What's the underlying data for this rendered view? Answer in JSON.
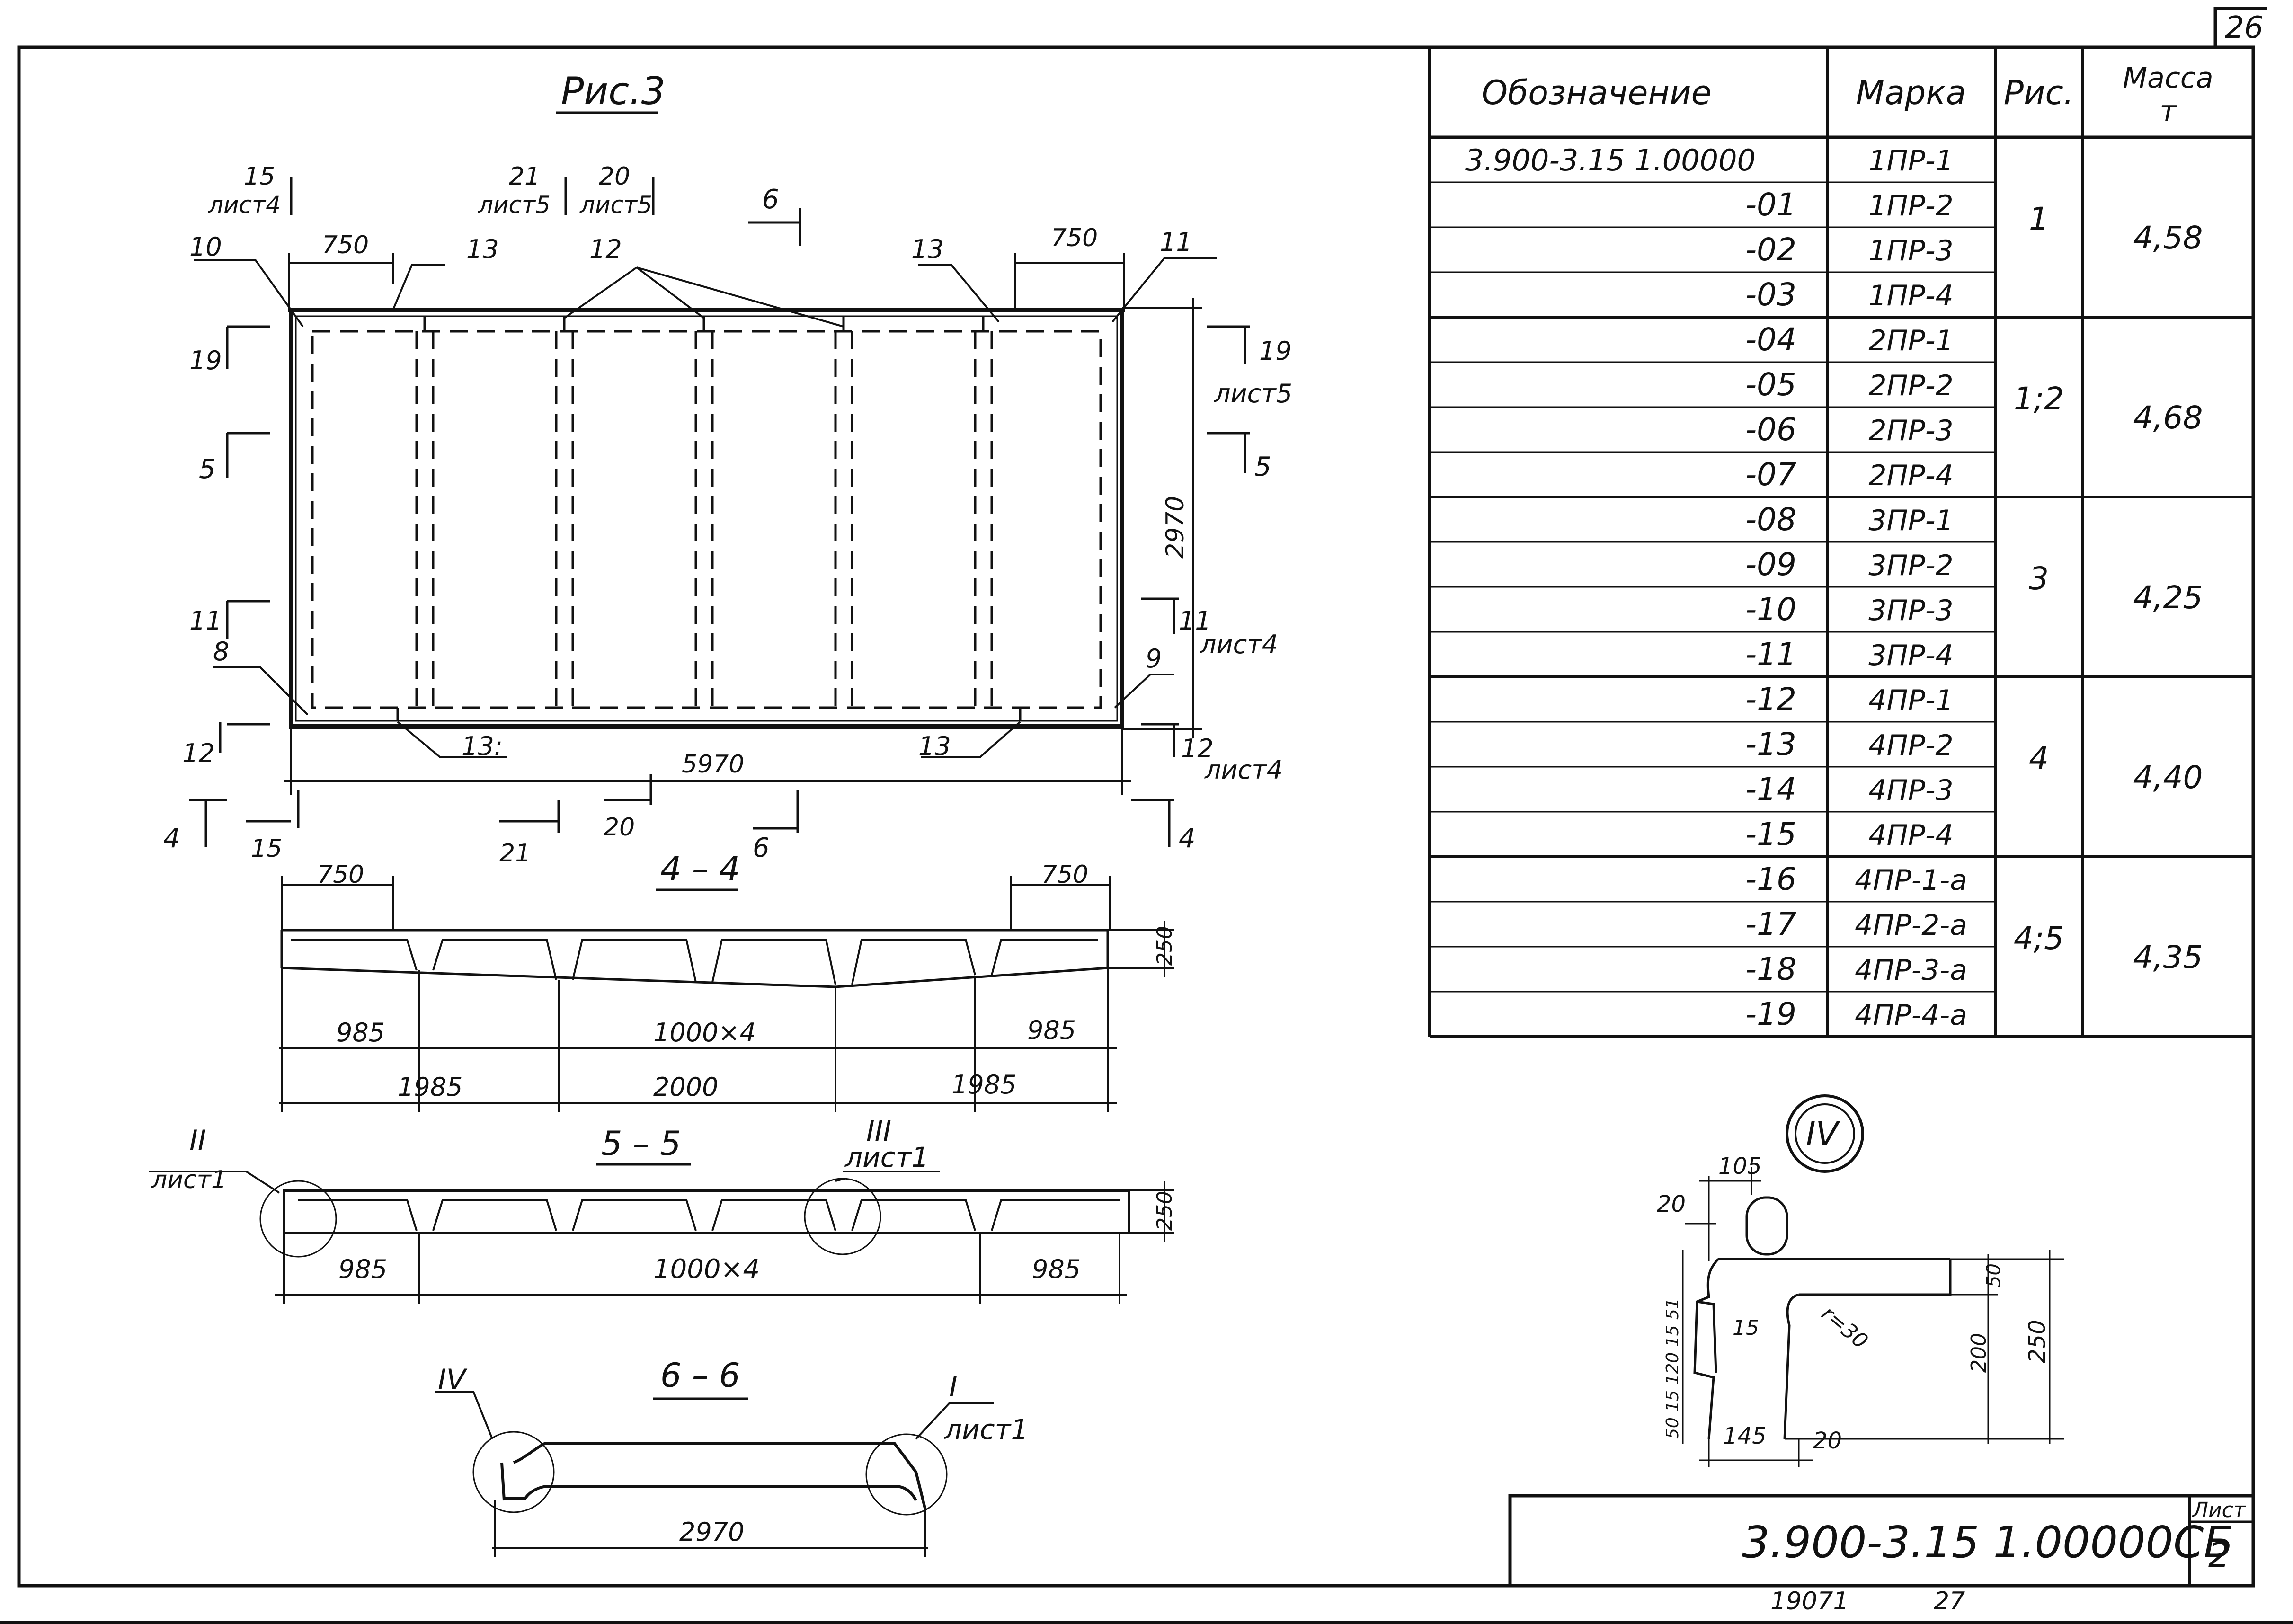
{
  "sheet": {
    "corner_number": "26",
    "designation": "3.900-3.15  1.00000СБ",
    "sheet_label": "Лист",
    "sheet_number": "2",
    "bottom_left": "19071",
    "bottom_right": "27"
  },
  "fig3": {
    "title": "Рис.3",
    "dim_750_left": "750",
    "dim_750_right": "750",
    "dim_5970": "5970",
    "dim_2970": "2970",
    "callout_10": "10",
    "callout_13a": "13",
    "callout_12": "12",
    "callout_13b": "13",
    "callout_11": "11",
    "callout_8": "8",
    "callout_9": "9",
    "callout_13c": "13:",
    "callout_13d": "13",
    "cut_15_num": "15",
    "cut_15_sheet": "лист4",
    "cut_21_num": "21",
    "cut_21_sheet": "лист5",
    "cut_20_num": "20",
    "cut_20_sheet": "лист5",
    "cut_6_top": "6",
    "cut_19_left": "19",
    "cut_19_right": "19",
    "cut_19_sheet": "лист5",
    "cut_5_left": "5",
    "cut_5_right": "5",
    "cut_11_left": "11",
    "cut_11_right": "11",
    "cut_11_sheet": "лист4",
    "cut_12_left": "12",
    "cut_12_right": "12",
    "cut_12_sheet": "лист4",
    "cut_4_left": "4",
    "cut_4_right": "4",
    "cut_15_bottom": "15",
    "cut_21_bottom": "21",
    "cut_20_bottom": "20",
    "cut_6_bottom": "6"
  },
  "section_4_4": {
    "title": "4 – 4",
    "dim_750_left": "750",
    "dim_750_right": "750",
    "dim_250": "250",
    "dim_985_left": "985",
    "dim_1000x4": "1000×4",
    "dim_985_right": "985",
    "dim_1985_left": "1985",
    "dim_2000": "2000",
    "dim_1985_right": "1985"
  },
  "section_5_5": {
    "title": "5 – 5",
    "node_II": "II",
    "node_II_sheet": "лист1",
    "node_III": "III",
    "node_III_sheet": "лист1",
    "dim_250": "250",
    "dim_985_left": "985",
    "dim_1000x4": "1000×4",
    "dim_985_right": "985"
  },
  "section_6_6": {
    "title": "6 – 6",
    "node_IV": "IV",
    "node_I": "I",
    "node_I_sheet": "лист1",
    "dim_2970": "2970"
  },
  "detail_IV": {
    "label": "IV",
    "dim_105": "105",
    "dim_20_top": "20",
    "dim_50_right": "50",
    "dim_200": "200",
    "dim_250": "250",
    "dim_r30": "r=30",
    "dim_15": "15",
    "dim_145": "145",
    "dim_20_bottom": "20",
    "dim_left_stack": "50 15 120 15 51"
  },
  "spec_table": {
    "headers": [
      "Обозначение",
      "Марка",
      "Рис.",
      "Масса т"
    ],
    "rows": [
      [
        "3.900-3.15  1.00000",
        "1ПР-1"
      ],
      [
        "-01",
        "1ПР-2"
      ],
      [
        "-02",
        "1ПР-3"
      ],
      [
        "-03",
        "1ПР-4"
      ],
      [
        "-04",
        "2ПР-1"
      ],
      [
        "-05",
        "2ПР-2"
      ],
      [
        "-06",
        "2ПР-3"
      ],
      [
        "-07",
        "2ПР-4"
      ],
      [
        "-08",
        "3ПР-1"
      ],
      [
        "-09",
        "3ПР-2"
      ],
      [
        "-10",
        "3ПР-3"
      ],
      [
        "-11",
        "3ПР-4"
      ],
      [
        "-12",
        "4ПР-1"
      ],
      [
        "-13",
        "4ПР-2"
      ],
      [
        "-14",
        "4ПР-3"
      ],
      [
        "-15",
        "4ПР-4"
      ],
      [
        "-16",
        "4ПР-1-а"
      ],
      [
        "-17",
        "4ПР-2-а"
      ],
      [
        "-18",
        "4ПР-3-а"
      ],
      [
        "-19",
        "4ПР-4-а"
      ]
    ],
    "groups": [
      {
        "fig": "1",
        "mass": "4,58"
      },
      {
        "fig": "1;2",
        "mass": "4,68"
      },
      {
        "fig": "3",
        "mass": "4,25"
      },
      {
        "fig": "4",
        "mass": "4,40"
      },
      {
        "fig": "4;5",
        "mass": "4,35"
      }
    ]
  }
}
